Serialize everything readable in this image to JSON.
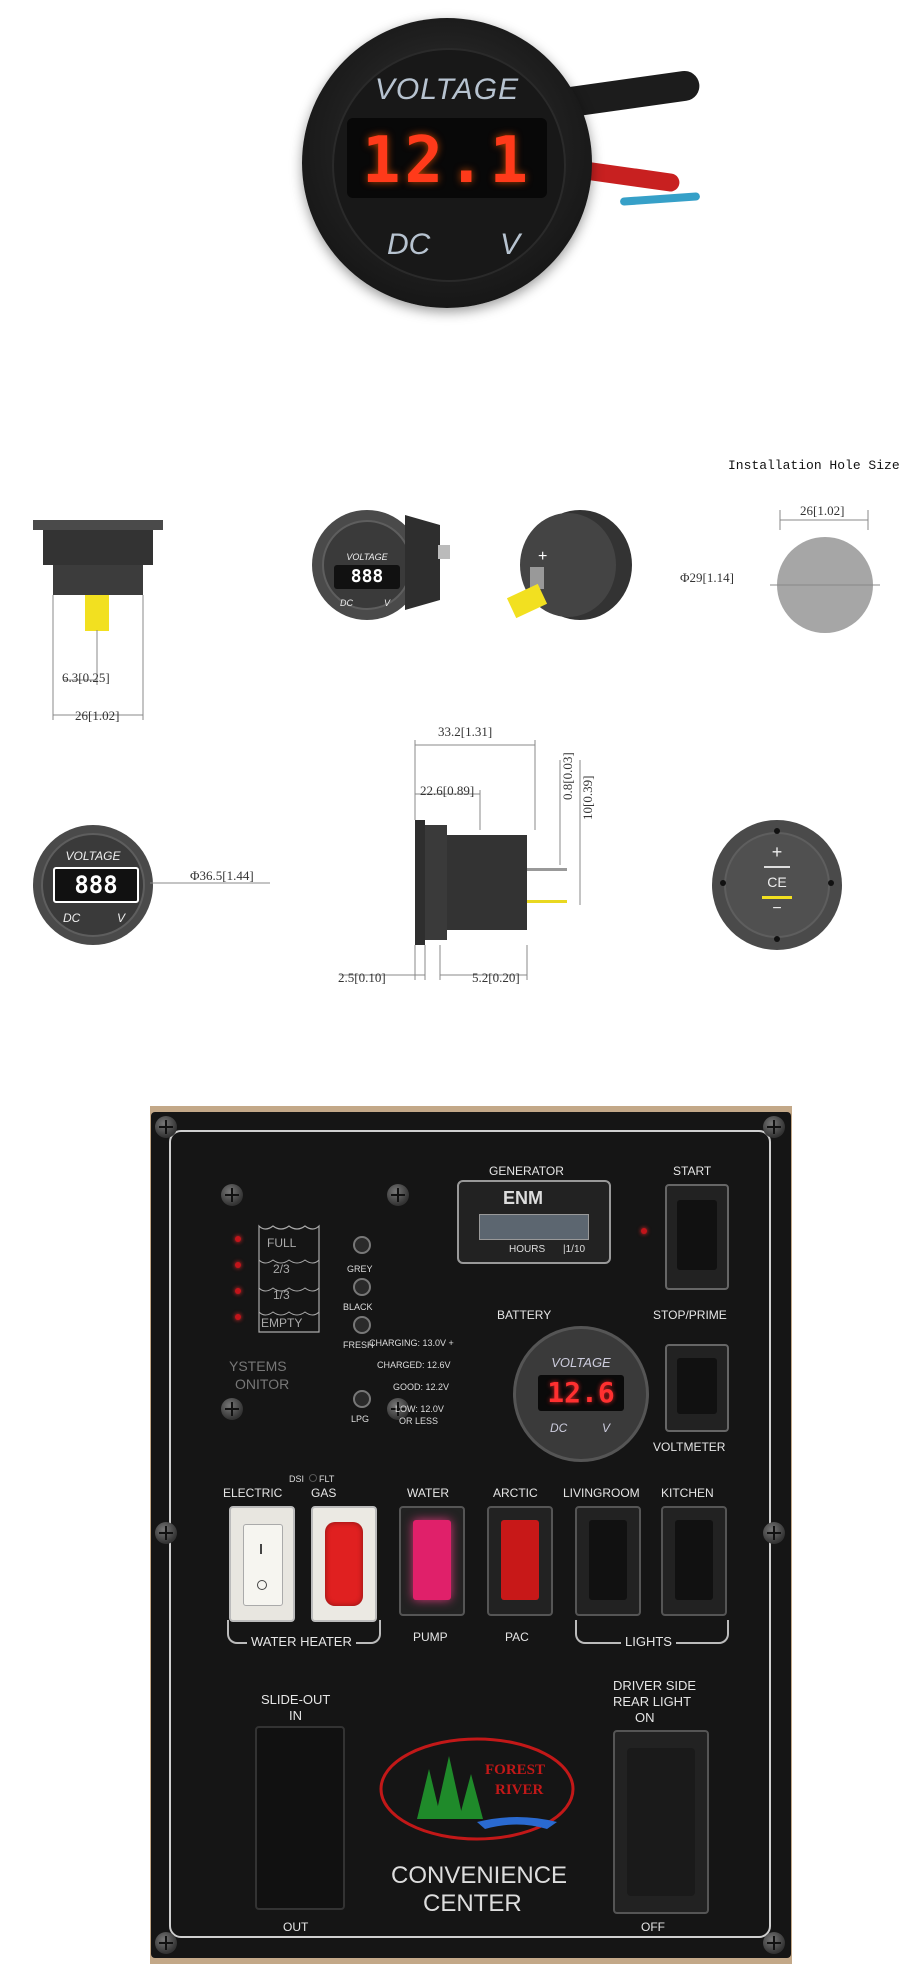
{
  "hero": {
    "title": "VOLTAGE",
    "reading": "12.1",
    "unit_dc": "DC",
    "unit_v": "V"
  },
  "drawing": {
    "install_label": "Installation Hole Size",
    "side_view": {
      "dim_a": "6.3[0.25]",
      "dim_b": "26[1.02]"
    },
    "hole": {
      "width": "26[1.02]",
      "dia": "Φ29[1.14]"
    },
    "front_view": {
      "title": "VOLTAGE",
      "dc": "DC",
      "v": "V",
      "dia": "Φ36.5[1.44]"
    },
    "small_meter": {
      "title": "VOLTAGE",
      "dc": "DC",
      "v": "V"
    },
    "profile": {
      "total": "33.2[1.31]",
      "body": "22.6[0.89]",
      "pin_thick": "0.8[0.03]",
      "pin_len": "10[0.39]",
      "flange": "2.5[0.10]",
      "spade": "5.2[0.20]"
    },
    "rear": {
      "plus": "+",
      "ce": "CE",
      "minus": "−"
    },
    "isometric": {
      "plus": "+"
    }
  },
  "panel": {
    "generator_label": "GENERATOR",
    "brand": "ENM",
    "hours_label": "HOURS",
    "tenths_label": "|1/10",
    "start_label": "START",
    "stop_label": "STOP/PRIME",
    "battery_label": "BATTERY",
    "charging": "CHARGING: 13.0V  +",
    "charged": "CHARGED: 12.6V",
    "good": "GOOD: 12.2V",
    "low": "LOW: 12.0V",
    "low2": "OR LESS",
    "meter_title": "VOLTAGE",
    "meter_reading": "12.6",
    "meter_dc": "DC",
    "meter_v": "V",
    "voltmeter_label": "VOLTMETER",
    "tank_full": "FULL",
    "tank_23": "2/3",
    "tank_13": "1/3",
    "tank_empty": "EMPTY",
    "grey": "GREY",
    "black": "BLACK",
    "fresh": "FRESH",
    "lpg": "LPG",
    "systems": "YSTEMS",
    "monitor": "ONITOR",
    "dsi": "DSI",
    "flt": "FLT",
    "electric": "ELECTRIC",
    "gas": "GAS",
    "water": "WATER",
    "arctic": "ARCTIC",
    "livingroom": "LIVINGROOM",
    "kitchen": "KITCHEN",
    "water_heater": "WATER HEATER",
    "pump": "PUMP",
    "pac": "PAC",
    "lights": "LIGHTS",
    "slide_out": "SLIDE-OUT",
    "slide_in": "IN",
    "slide_outlbl": "OUT",
    "driver_side": "DRIVER SIDE",
    "rear_light": "REAR LIGHT",
    "on": "ON",
    "off": "OFF",
    "logo_line1": "FOREST",
    "logo_line2": "RIVER",
    "convenience": "CONVENIENCE",
    "center": "CENTER"
  }
}
